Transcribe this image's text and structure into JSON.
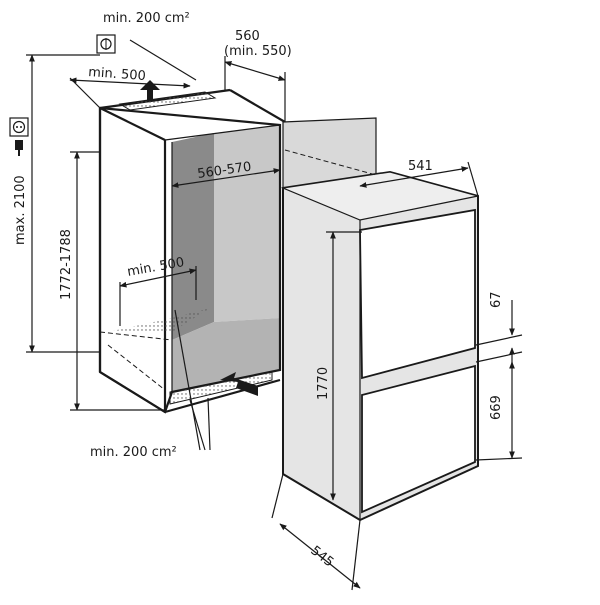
{
  "labels": {
    "vent_top_area": "min. 200 cm²",
    "top_opening_width": "min. 500",
    "outer_depth": "560",
    "outer_depth_min": "(min. 550)",
    "max_height": "max. 2100",
    "niche_height": "1772-1788",
    "niche_width": "560-570",
    "bottom_opening_width": "min. 500",
    "vent_bottom_area": "min. 200 cm²",
    "appliance_depth": "541",
    "gap_between_doors": "67",
    "appliance_height": "1770",
    "freezer_door_height": "669",
    "appliance_width": "545"
  },
  "icons": {
    "ventilation": "ventilation-outlet-icon",
    "power_socket": "power-socket-icon",
    "plug": "power-plug-icon"
  }
}
